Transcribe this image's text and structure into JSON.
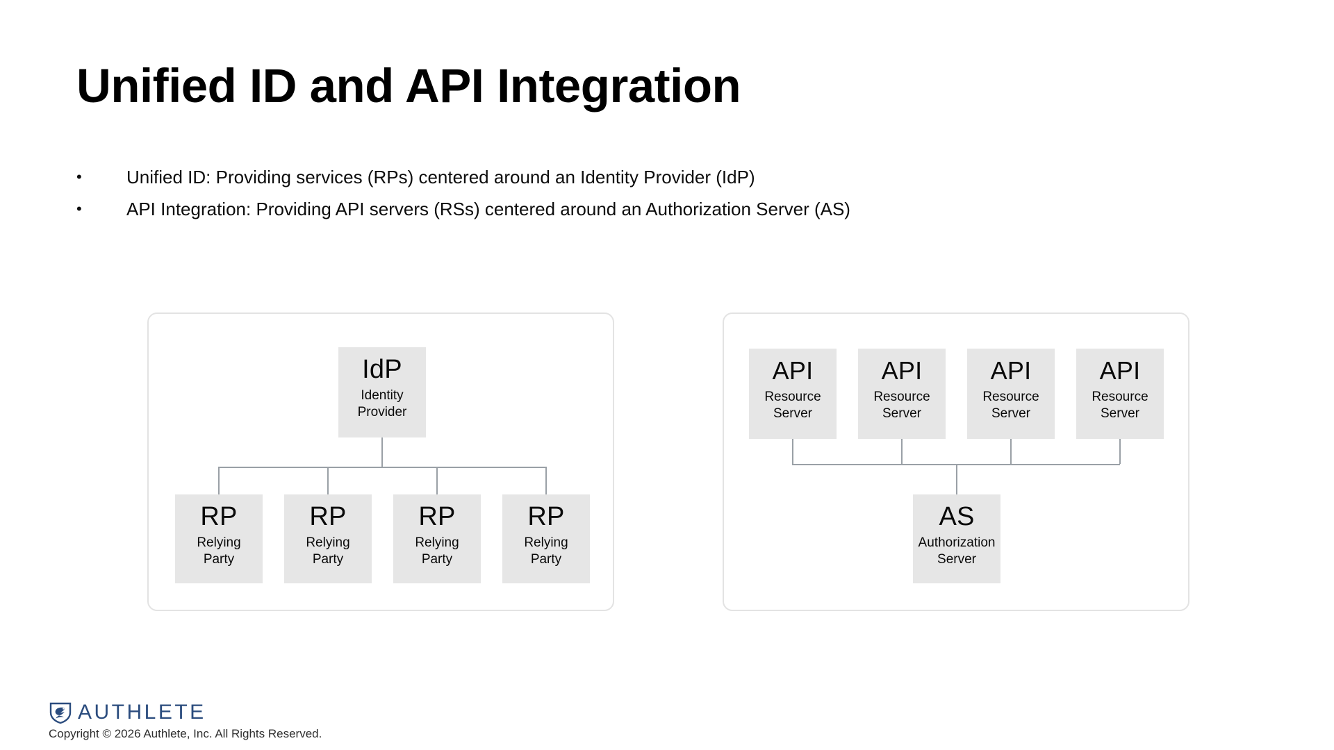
{
  "slide": {
    "title": "Unified ID and API Integration",
    "bullet_marker": "•",
    "bullets": [
      "Unified ID:  Providing services (RPs) centered around an Identity Provider (IdP)",
      "API Integration: Providing API servers (RSs) centered around an Authorization Server (AS)"
    ]
  },
  "diagram_left": {
    "name": "unified-id-diagram",
    "root": {
      "abbr": "IdP",
      "sub": "Identity\nProvider"
    },
    "children": [
      {
        "abbr": "RP",
        "sub": "Relying\nParty"
      },
      {
        "abbr": "RP",
        "sub": "Relying\nParty"
      },
      {
        "abbr": "RP",
        "sub": "Relying\nParty"
      },
      {
        "abbr": "RP",
        "sub": "Relying\nParty"
      }
    ]
  },
  "diagram_right": {
    "name": "api-integration-diagram",
    "root": {
      "abbr": "AS",
      "sub": "Authorization\nServer"
    },
    "children": [
      {
        "abbr": "API",
        "sub": "Resource\nServer"
      },
      {
        "abbr": "API",
        "sub": "Resource\nServer"
      },
      {
        "abbr": "API",
        "sub": "Resource\nServer"
      },
      {
        "abbr": "API",
        "sub": "Resource\nServer"
      }
    ]
  },
  "footer": {
    "logo_text": "AUTHLETE",
    "copyright": "Copyright © 2026 Authlete, Inc. All Rights Reserved."
  },
  "colors": {
    "background": "#ffffff",
    "text": "#000000",
    "node_fill": "#e6e6e6",
    "panel_border": "#e3e3e3",
    "wire": "#9aa0a6",
    "brand_navy": "#2b4c7e"
  }
}
